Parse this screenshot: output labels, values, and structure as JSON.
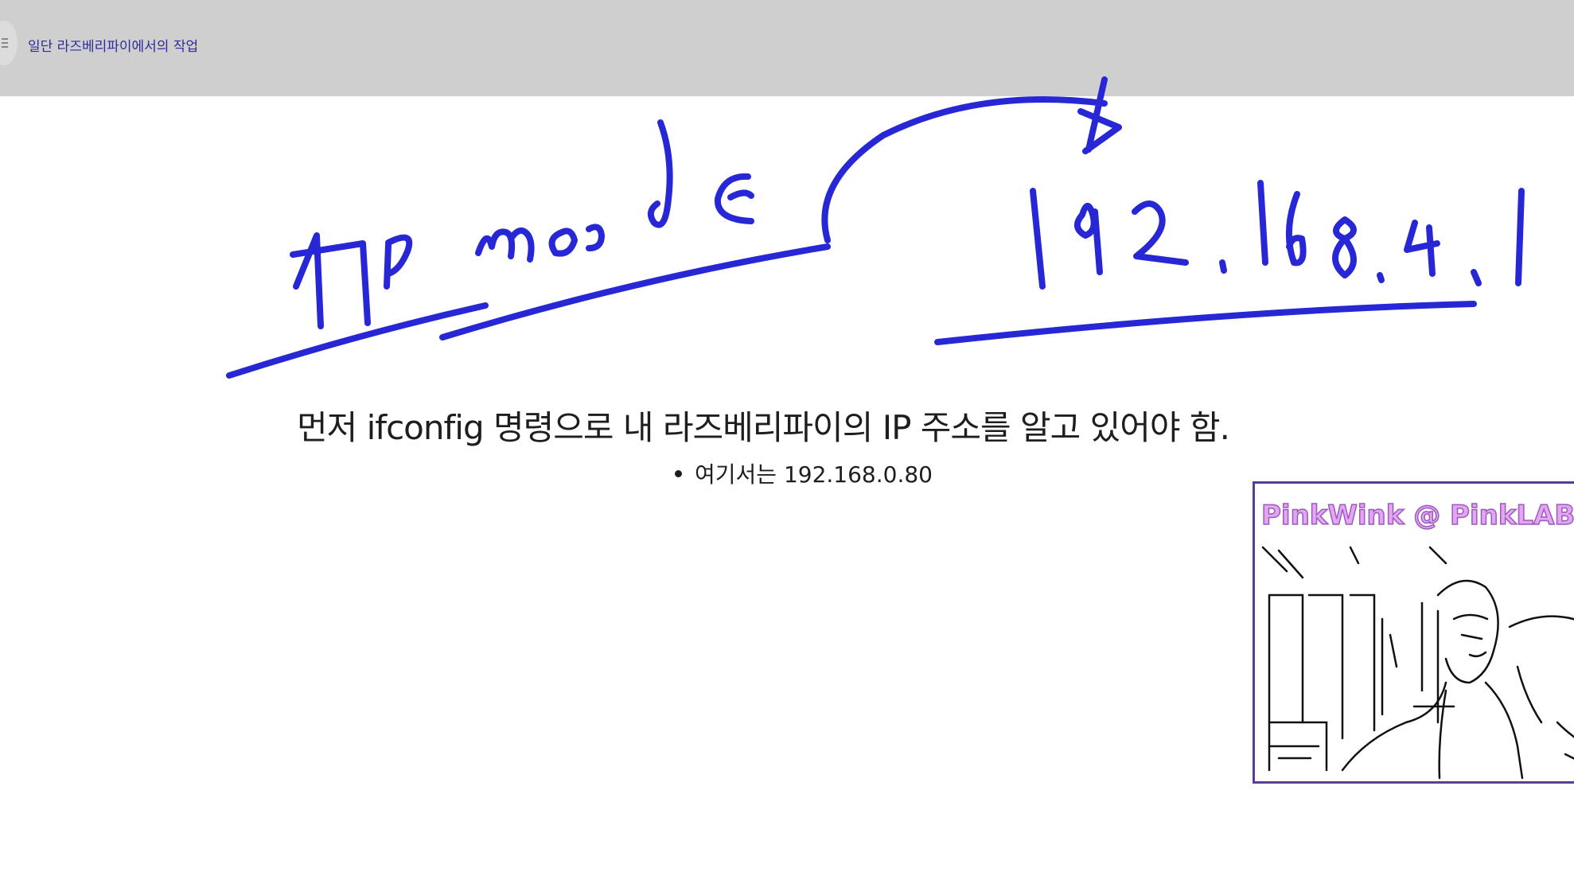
{
  "header": {
    "breadcrumb": "일단 라즈베리파이에서의 작업"
  },
  "annotation": {
    "left_text": "AP mode",
    "right_text": "192.168.4.1",
    "ink_color": "#2727d6"
  },
  "content": {
    "main_sentence": "먼저 ifconfig 명령으로 내 라즈베리파이의 IP 주소를 알고 있어야 함.",
    "bullet": "여기서는 192.168.0.80"
  },
  "webcam": {
    "overlay_text": "PinkWink @ PinkLAB",
    "border_color": "#5a3d9a"
  }
}
